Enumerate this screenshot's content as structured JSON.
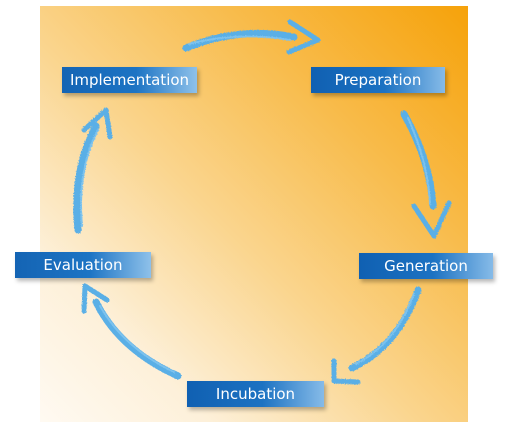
{
  "diagram": {
    "type": "cycle",
    "stages": [
      {
        "id": "implementation",
        "label": "Implementation"
      },
      {
        "id": "preparation",
        "label": "Preparation"
      },
      {
        "id": "generation",
        "label": "Generation"
      },
      {
        "id": "incubation",
        "label": "Incubation"
      },
      {
        "id": "evaluation",
        "label": "Evaluation"
      }
    ],
    "flow": [
      "implementation",
      "preparation",
      "generation",
      "incubation",
      "evaluation",
      "implementation"
    ],
    "colors": {
      "background_start": "#f6a20a",
      "background_end": "#fffaf2",
      "stage_fill": "#1464b4",
      "stage_text": "#ffffff",
      "arrow": "#5aafe6"
    }
  }
}
